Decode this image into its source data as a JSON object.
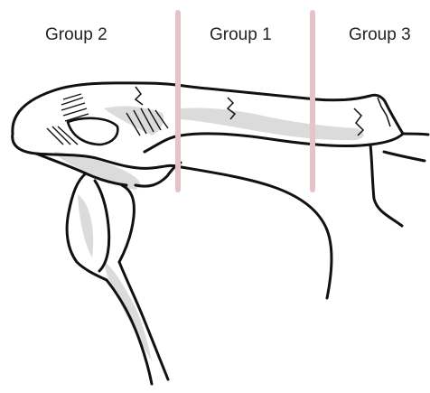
{
  "labels": {
    "group_2": "Group 2",
    "group_1": "Group 1",
    "group_3": "Group 3"
  },
  "colors": {
    "divider_lines": "#e7c3c9",
    "outline": "#111111",
    "shading": "#c9c9c9"
  }
}
